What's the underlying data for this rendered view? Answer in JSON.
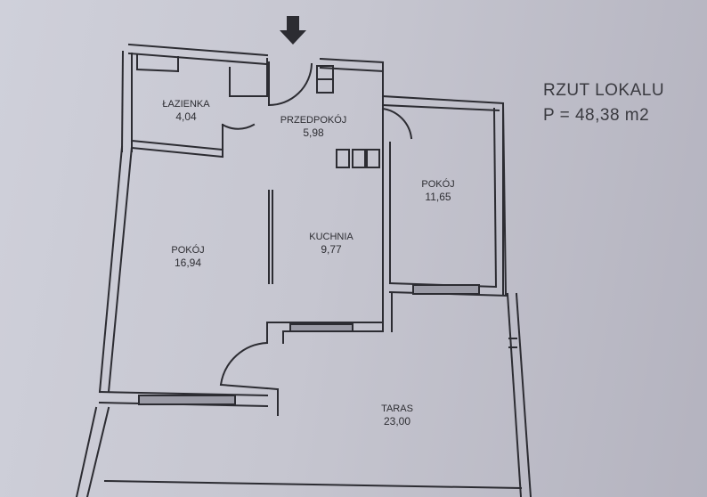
{
  "title": {
    "line1": "RZUT LOKALU",
    "line2": "P = 48,38 m2"
  },
  "rooms": [
    {
      "name": "ŁAZIENKA",
      "area": "4,04"
    },
    {
      "name": "PRZEDPOKÓJ",
      "area": "5,98"
    },
    {
      "name": "POKÓJ",
      "area": "11,65"
    },
    {
      "name": "POKÓJ",
      "area": "16,94"
    },
    {
      "name": "KUCHNIA",
      "area": "9,77"
    },
    {
      "name": "TARAS",
      "area": "23,00"
    }
  ],
  "colors": {
    "wall": "#2c2c32",
    "paper": "#cbcbd5",
    "text": "#2e2e33"
  },
  "icons": {
    "entrance": "arrow-down-icon"
  }
}
